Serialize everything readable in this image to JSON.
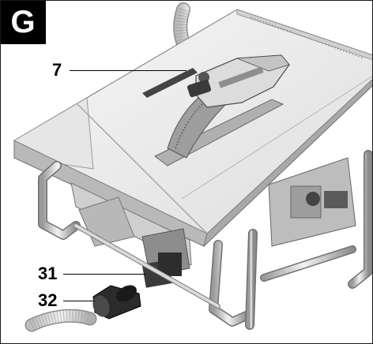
{
  "figure": {
    "badge_label": "G",
    "callouts": [
      {
        "id": "c7",
        "number": "7"
      },
      {
        "id": "c31",
        "number": "31"
      },
      {
        "id": "c32",
        "number": "32"
      }
    ],
    "colors": {
      "table_top": "#eeeeee",
      "table_edge": "#8a8a8a",
      "frame_metal": "#c9c9c9",
      "dark_parts": "#3a3a3a",
      "badge_bg": "#000000"
    }
  }
}
